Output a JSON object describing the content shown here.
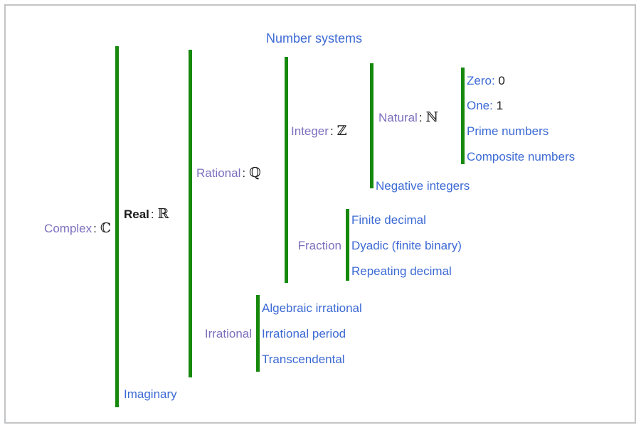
{
  "diagram": {
    "title": "Number systems",
    "accent_green": "#16890d",
    "label_blue": "#3c6ad4",
    "label_purple": "#7d6fbe",
    "symbol_black": "#1a1a1a",
    "border_gray": "#c3c4c6"
  },
  "nodes": {
    "complex": {
      "label": "Complex",
      "colon": ":",
      "symbol": "ℂ"
    },
    "real": {
      "label": "Real",
      "colon": ":",
      "symbol": "ℝ"
    },
    "imaginary": {
      "label": "Imaginary"
    },
    "rational": {
      "label": "Rational",
      "colon": ":",
      "symbol": "ℚ"
    },
    "irrational": {
      "label": "Irrational"
    },
    "integer": {
      "label": "Integer",
      "colon": ":",
      "symbol": "ℤ"
    },
    "fraction": {
      "label": "Fraction"
    },
    "natural": {
      "label": "Natural",
      "colon": ":",
      "symbol": "ℕ"
    },
    "negative_integers": {
      "label": "Negative integers"
    },
    "zero": {
      "label": "Zero:",
      "value": "0"
    },
    "one": {
      "label": "One:",
      "value": "1"
    },
    "prime_numbers": {
      "label": "Prime numbers"
    },
    "composite_numbers": {
      "label": "Composite numbers"
    },
    "finite_decimal": {
      "label": "Finite decimal"
    },
    "dyadic": {
      "label": "Dyadic (finite binary)"
    },
    "repeating_decimal": {
      "label": "Repeating decimal"
    },
    "algebraic_irrational": {
      "label": "Algebraic irrational"
    },
    "irrational_period": {
      "label": "Irrational period"
    },
    "transcendental": {
      "label": "Transcendental"
    }
  }
}
